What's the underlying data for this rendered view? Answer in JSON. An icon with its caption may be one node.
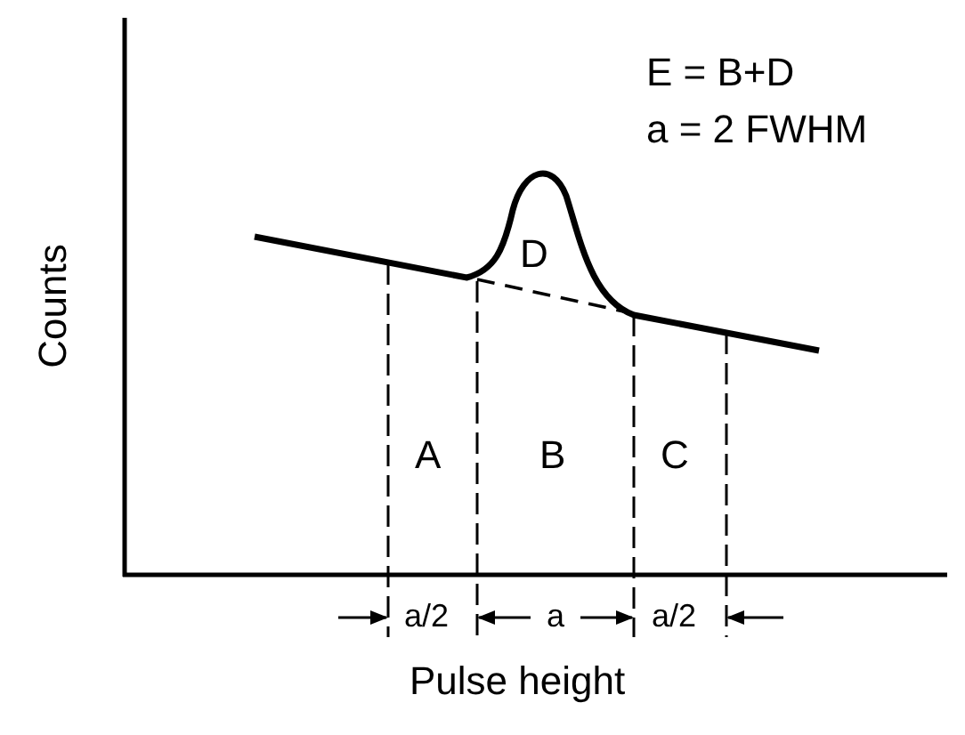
{
  "diagram": {
    "labels": [
      "E = B+D",
      "a = 2 FWHM",
      "D",
      "Counts",
      "A",
      "B",
      "C",
      "a/2",
      "a",
      "a/2",
      "Pulse height"
    ]
  }
}
